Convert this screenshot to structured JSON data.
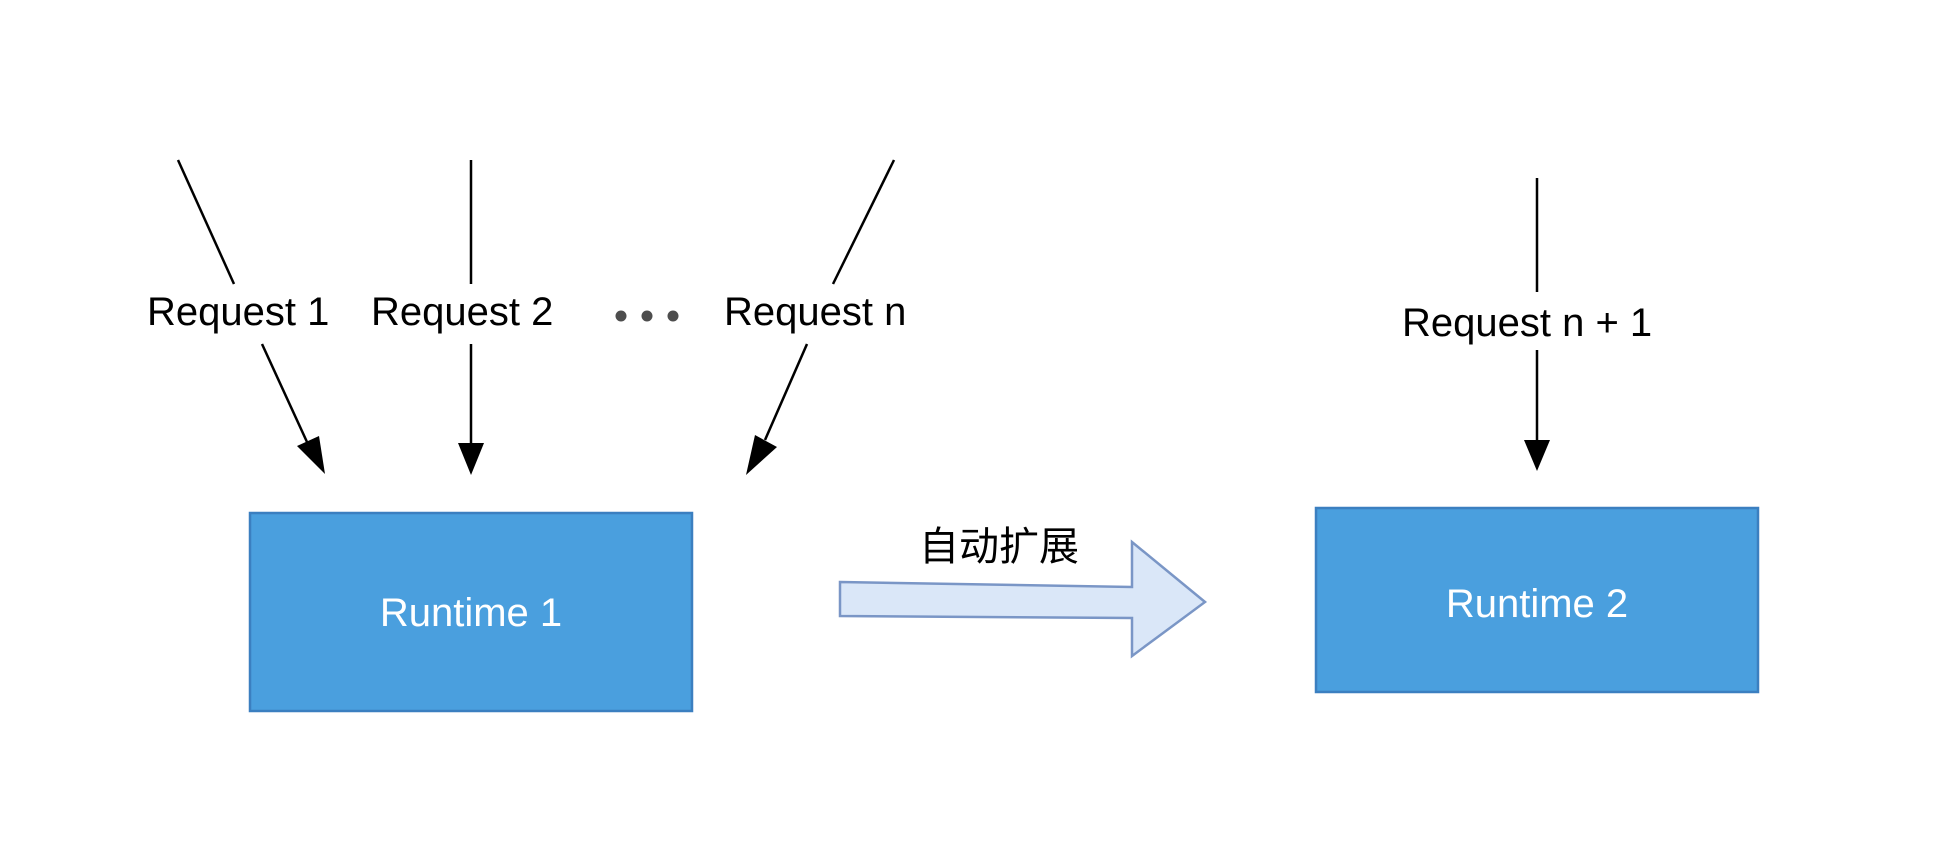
{
  "requests": {
    "r1": "Request 1",
    "r2": "Request 2",
    "rn": "Request n",
    "rn1": "Request n + 1"
  },
  "ellipsis": {
    "dot_color": "#4d4d4d"
  },
  "runtimes": {
    "runtime1": "Runtime 1",
    "runtime2": "Runtime 2"
  },
  "scale_arrow": {
    "label": "自动扩展"
  },
  "colors": {
    "box_fill": "#4a9fde",
    "box_stroke": "#3b7fc0",
    "box_text": "#ffffff",
    "scale_arrow_fill": "#dae7f8",
    "scale_arrow_stroke": "#7a96c6",
    "line": "#000000"
  }
}
